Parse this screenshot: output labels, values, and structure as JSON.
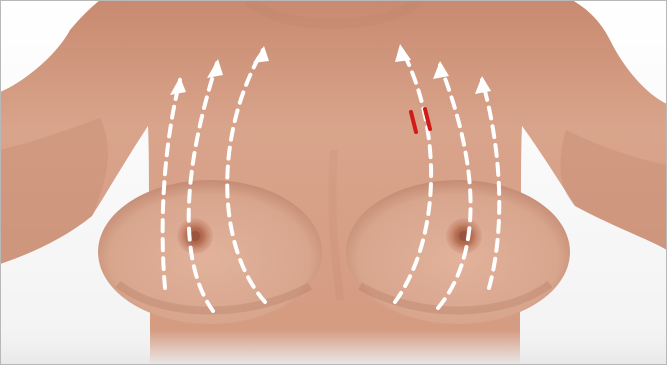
{
  "figure": {
    "background_color": "#ffffff",
    "skin_color": "#d79f86",
    "skin_shadow_color": "#b97a63",
    "areola_color": "#b56d52",
    "nipple_color": "#9a5540",
    "arrow_color": "#ffffff",
    "marker_color": "#d11a1a",
    "frame_color": "#b8b8b8"
  },
  "arrows": {
    "style": "dashed",
    "direction": "upward",
    "count": 6
  },
  "marker": {
    "type": "double-tick",
    "count": 2
  }
}
